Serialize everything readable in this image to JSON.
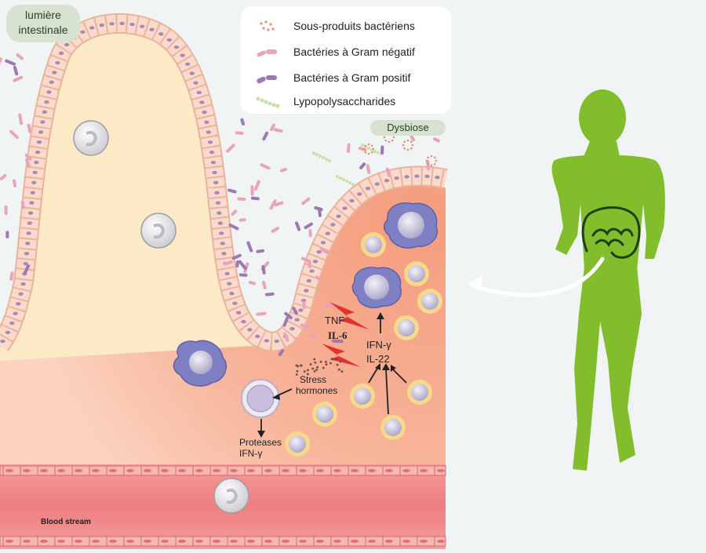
{
  "regions": {
    "lumen": "lumière\nintestinale",
    "dysbiosis": "Dysbiose",
    "blood": "Blood stream"
  },
  "legend": [
    {
      "label": "Sous-produits bactériens",
      "icon": "dots-icon",
      "color": "#e6906f"
    },
    {
      "label": "Bactéries à Gram négatif",
      "icon": "pink-rod-icon",
      "color": "#e9a3bb"
    },
    {
      "label": "Bactéries à Gram positif",
      "icon": "purple-rod-icon",
      "color": "#9b79b3"
    },
    {
      "label": "Lypopolysaccharides",
      "icon": "chain-icon",
      "color": "#c8e0a9"
    }
  ],
  "signals": {
    "tnf": "TNF",
    "il6": "IL-6",
    "ifn_gamma": "IFN-γ",
    "il22": "IL-22",
    "stress": "Stress\nhormones",
    "proteases": "Proteases\nIFN-γ"
  },
  "colors": {
    "villus": "#fce9c5",
    "tissue": "#f7a58a",
    "cell_border": "#eab49a",
    "vessel": "#f08b8c",
    "runner": "#82be2b"
  }
}
